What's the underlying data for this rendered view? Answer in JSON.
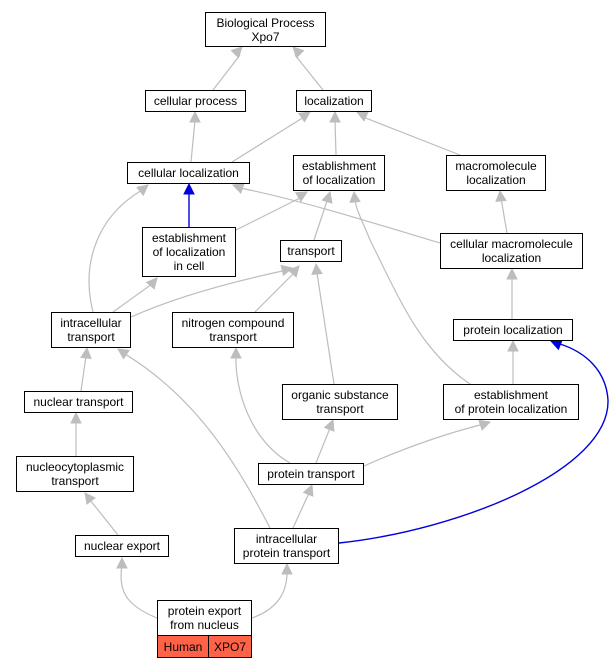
{
  "colors": {
    "edge_default": "#bdbdbd",
    "edge_highlight": "#0000dd",
    "badge_fill": "#ff6347"
  },
  "nodes": {
    "root": "Biological Process\nXpo7",
    "cellular_process": "cellular process",
    "localization": "localization",
    "cellular_localization": "cellular localization",
    "establishment_of_localization": "establishment\nof localization",
    "macromolecule_localization": "macromolecule\nlocalization",
    "establishment_of_localization_in_cell": "establishment\nof localization\nin cell",
    "transport": "transport",
    "cellular_macromolecule_localization": "cellular macromolecule\nlocalization",
    "intracellular_transport": "intracellular\ntransport",
    "nitrogen_compound_transport": "nitrogen compound\ntransport",
    "protein_localization": "protein localization",
    "nuclear_transport": "nuclear transport",
    "organic_substance_transport": "organic substance\ntransport",
    "establishment_of_protein_localization": "establishment\nof protein localization",
    "nucleocytoplasmic_transport": "nucleocytoplasmic\ntransport",
    "protein_transport": "protein transport",
    "nuclear_export": "nuclear export",
    "intracellular_protein_transport": "intracellular\nprotein transport",
    "protein_export_from_nucleus": "protein export\nfrom nucleus"
  },
  "badges": {
    "species": "Human",
    "gene": "XPO7"
  }
}
